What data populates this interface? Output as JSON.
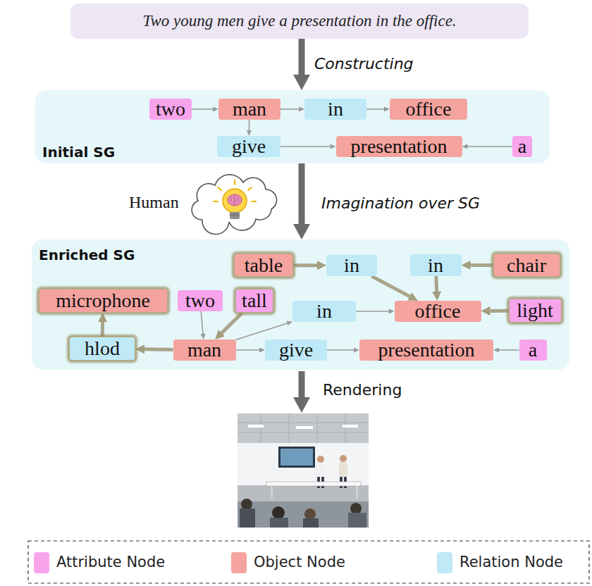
{
  "diagram": {
    "nodes": [
      {
        "text": [
          "Two young men give a presentation in the office."
        ]
      },
      {
        "text": [
          "Initial SG"
        ]
      },
      {
        "text": [
          "two"
        ],
        "in": 1
      },
      {
        "text": [
          "man"
        ],
        "in": 1
      },
      {
        "text": [
          "in"
        ],
        "in": 1
      },
      {
        "text": [
          "office"
        ],
        "in": 1
      },
      {
        "text": [
          "give"
        ],
        "in": 1
      },
      {
        "text": [
          "presentation"
        ],
        "in": 1
      },
      {
        "text": [
          "a"
        ],
        "in": 1
      },
      {
        "text": [
          "Enriched SG"
        ]
      },
      {
        "text": [
          "table"
        ],
        "in": 9
      },
      {
        "text": [
          "in"
        ],
        "in": 9
      },
      {
        "text": [
          "in"
        ],
        "in": 9
      },
      {
        "text": [
          "chair"
        ],
        "in": 9
      },
      {
        "text": [
          "microphone"
        ],
        "in": 9
      },
      {
        "text": [
          "two"
        ],
        "in": 9
      },
      {
        "text": [
          "tall"
        ],
        "in": 9
      },
      {
        "text": [
          "in"
        ],
        "in": 9
      },
      {
        "text": [
          "office"
        ],
        "in": 9
      },
      {
        "text": [
          "light"
        ],
        "in": 9
      },
      {
        "text": [
          "hlod"
        ],
        "in": 9
      },
      {
        "text": [
          "man"
        ],
        "in": 9
      },
      {
        "text": [
          "give"
        ],
        "in": 9
      },
      {
        "text": [
          "presentation"
        ],
        "in": 9
      },
      {
        "text": [
          "a"
        ],
        "in": 9
      }
    ],
    "edges": [
      {
        "from": 0,
        "to": 1,
        "arrow": "to",
        "label": "Constructing"
      },
      {
        "from": 1,
        "to": 9,
        "arrow": "to",
        "label": "Imagination over SG"
      },
      {
        "from": 2,
        "to": 3,
        "arrow": "to"
      },
      {
        "from": 3,
        "to": 4,
        "arrow": "to"
      },
      {
        "from": 4,
        "to": 5,
        "arrow": "to"
      },
      {
        "from": 3,
        "to": 6,
        "arrow": "to"
      },
      {
        "from": 6,
        "to": 7,
        "arrow": "to"
      },
      {
        "from": 8,
        "to": 7,
        "arrow": "to"
      },
      {
        "from": 10,
        "to": 11,
        "arrow": "to"
      },
      {
        "from": 11,
        "to": 18,
        "arrow": "to"
      },
      {
        "from": 13,
        "to": 12,
        "arrow": "to"
      },
      {
        "from": 12,
        "to": 18,
        "arrow": "to"
      },
      {
        "from": 19,
        "to": 18,
        "arrow": "to"
      },
      {
        "from": 15,
        "to": 21,
        "arrow": "to"
      },
      {
        "from": 16,
        "to": 21,
        "arrow": "to"
      },
      {
        "from": 21,
        "to": 20,
        "arrow": "to"
      },
      {
        "from": 20,
        "to": 14,
        "arrow": "to"
      },
      {
        "from": 21,
        "to": 17,
        "arrow": "to"
      },
      {
        "from": 17,
        "to": 18,
        "arrow": "to"
      },
      {
        "from": 21,
        "to": 22,
        "arrow": "to"
      },
      {
        "from": 22,
        "to": 23,
        "arrow": "to"
      },
      {
        "from": 24,
        "to": 23,
        "arrow": "to"
      }
    ],
    "labels": [
      "Human",
      "Rendering"
    ],
    "legend": [
      {
        "text": "Attribute Node",
        "color": "#f7a4ec"
      },
      {
        "text": "Object Node",
        "color": "#f5a39f"
      },
      {
        "text": "Relation Node",
        "color": "#bfe9f7"
      }
    ]
  }
}
